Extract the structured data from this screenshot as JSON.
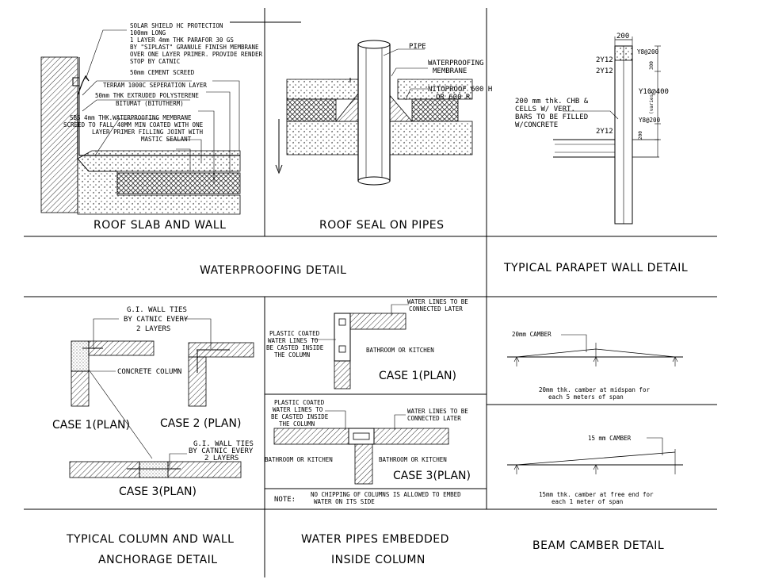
{
  "sheet": {
    "panels": {
      "roof_slab": {
        "title": "ROOF SLAB AND WALL",
        "notes": [
          "SOLAR SHIELD HC PROTECTION",
          "100mm LONG",
          "1 LAYER 4mm THK PARAFOR 30 GS",
          "BY \"SIPLAST\" GRANULE FINISH MEMBRANE",
          "OVER ONE LAYER PRIMER. PROVIDE RENDER",
          "STOP BY CATNIC",
          "50mm CEMENT SCREED",
          "TERRAM 1000C SEPERATION LAYER",
          "50mm THK EXTRUDED POLYSTERENE",
          "BITUMAT (BITUTHERM)",
          "SBS 4mm THK.WATERPROOFING MEMBRANE",
          "SCREED TO FALL 40MM MIN COATED WITH ONE",
          "LAYER PRIMER FILLING JOINT WITH",
          "MASTIC SEALANT"
        ]
      },
      "roof_seal": {
        "title": "ROOF SEAL ON PIPES",
        "pipe_label": "PIPE",
        "membrane_label_1": "WATERPROOFING",
        "membrane_label_2": "MEMBRANE",
        "nitoproof_1": "NITOPROOF 600 H",
        "nitoproof_2": "OR 600 R"
      },
      "parapet": {
        "title": "TYPICAL PARAPET WALL DETAIL",
        "dim_top": "200",
        "bar_1": "Y8@200",
        "bar_2": "2Y12",
        "bar_3": "2Y12",
        "bar_4": "Y10@400",
        "bar_5": "Y8@200",
        "bar_6": "2Y12",
        "dim_1": "300",
        "dim_2": "(varies)",
        "dim_3": "200",
        "note_1": "200 mm thk. CHB &",
        "note_2": "CELLS W/ VERT.",
        "note_3": "BARS TO BE FILLED",
        "note_4": "W/CONCRETE"
      },
      "waterproofing_title": "WATERPROOFING DETAIL",
      "column_wall": {
        "title_1": "TYPICAL COLUMN AND WALL",
        "title_2": "ANCHORAGE DETAIL",
        "ties_1": "G.I. WALL TIES",
        "ties_2": "BY CATNIC EVERY",
        "ties_3": "2 LAYERS",
        "concrete_column": "CONCRETE COLUMN",
        "case1": "CASE 1(PLAN)",
        "case2": "CASE 2 (PLAN)",
        "case3": "CASE 3(PLAN)",
        "ties3_1": "G.I. WALL TIES",
        "ties3_2": "BY CATNIC EVERY",
        "ties3_3": "2 LAYERS"
      },
      "water_pipes": {
        "title_1": "WATER PIPES EMBEDDED",
        "title_2": "INSIDE COLUMN",
        "connected_1": "WATER LINES TO BE",
        "connected_2": "CONNECTED LATER",
        "plastic_1": "PLASTIC COATED",
        "plastic_2": "WATER LINES TO",
        "plastic_3": "BE CASTED INSIDE",
        "plastic_4": "THE COLUMN",
        "bath_1": "BATHROOM OR KITCHEN",
        "case1": "CASE 1(PLAN)",
        "plastic_b1": "PLASTIC COATED",
        "plastic_b2": "WATER LINES TO",
        "plastic_b3": "BE CASTED INSIDE",
        "plastic_b4": "THE COLUMN",
        "connected_b1": "WATER LINES TO BE",
        "connected_b2": "CONNECTED LATER",
        "bath_left": "BATHROOM OR KITCHEN",
        "bath_right": "BATHROOM OR KITCHEN",
        "case3": "CASE 3(PLAN)",
        "note_label": "NOTE:",
        "note_1": "NO CHIPPING OF COLUMNS IS ALLOWED TO EMBED",
        "note_2": "WATER ON ITS SIDE"
      },
      "camber": {
        "title": "BEAM CAMBER DETAIL",
        "label_20": "20mm CAMBER",
        "desc_20_1": "20mm thk. camber at midspan for",
        "desc_20_2": "each 5 meters of span",
        "label_15": "15 mm CAMBER",
        "desc_15_1": "15mm thk. camber at free end for",
        "desc_15_2": "each 1 meter of span"
      }
    }
  }
}
